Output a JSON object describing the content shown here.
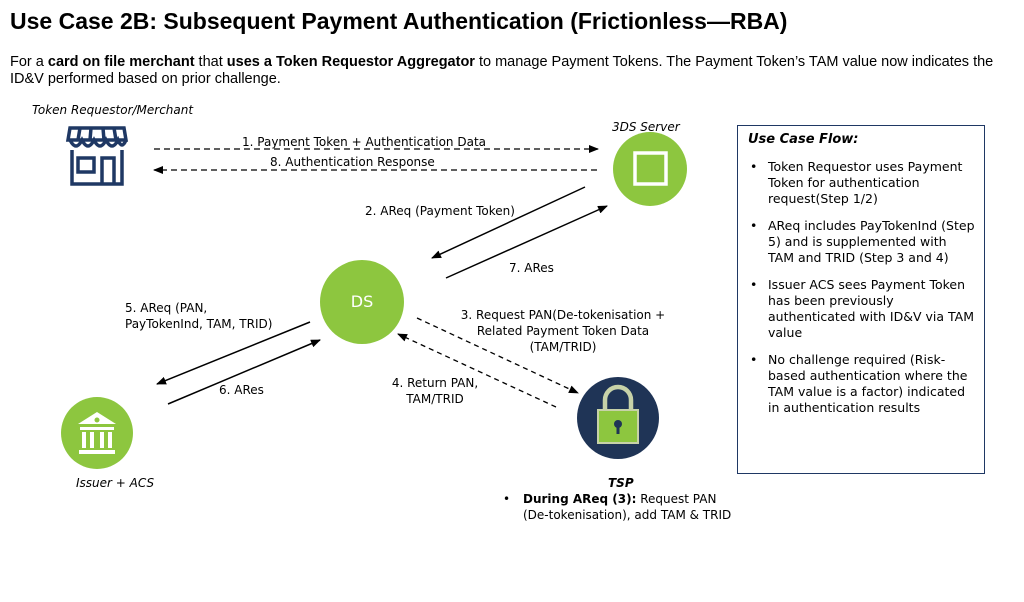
{
  "title": "Use Case 2B:  Subsequent Payment Authentication (Frictionless—RBA)",
  "subtitle": {
    "t1": "For a ",
    "b1": "card on file merchant",
    "t2": " that ",
    "b2": "uses a Token Requestor Aggregator",
    "t3": " to manage Payment Tokens. The Payment Token’s TAM value now indicates the ID&V performed based on prior challenge."
  },
  "nodes": {
    "merchant": "Token Requestor/Merchant",
    "server": "3DS Server",
    "ds": "DS",
    "issuer": "Issuer + ACS",
    "tsp": "TSP"
  },
  "steps": {
    "s1": "1. Payment Token + Authentication Data",
    "s8": "8. Authentication Response",
    "s2": "2. AReq (Payment Token)",
    "s7": "7. ARes",
    "s5a": "5. AReq (PAN,",
    "s5b": "PayTokenInd, TAM, TRID)",
    "s6": "6. ARes",
    "s3a": "3. Request PAN(De-tokenisation  +",
    "s3b": "Related Payment Token Data",
    "s3c": "(TAM/TRID)",
    "s4a": "4. Return PAN,",
    "s4b": "TAM/TRID"
  },
  "tsp_note": {
    "bold": "During AReq (3):",
    "text": " Request PAN (De-tokenisation), add TAM & TRID"
  },
  "flow": {
    "title": "Use Case Flow:",
    "items": [
      "Token Requestor uses Payment Token for authentication request(Step 1/2)",
      "AReq includes PayTokenInd (Step 5) and is supplemented with TAM and TRID (Step 3 and 4)",
      "Issuer ACS sees Payment Token has been previously authenticated with ID&V via TAM value",
      "No challenge required (Risk-based authentication where the TAM value is a factor) indicated in authentication results"
    ]
  },
  "colors": {
    "green": "#8dc63f",
    "navy": "#1f3864",
    "tsp_dark": "#1f3456"
  },
  "icons": [
    "store-icon",
    "server-square-icon",
    "bank-icon",
    "padlock-icon"
  ]
}
